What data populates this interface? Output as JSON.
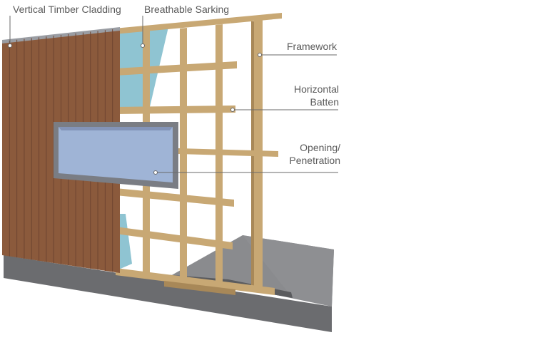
{
  "labels": {
    "vertical_timber_cladding": "Vertical Timber Cladding",
    "breathable_sarking": "Breathable Sarking",
    "framework": "Framework",
    "horizontal_batten_line1": "Horizontal",
    "horizontal_batten_line2": "Batten",
    "opening_line1": "Opening/",
    "opening_line2": "Penetration"
  },
  "colors": {
    "cladding": "#8b5a3c",
    "cladding_groove": "#6e4430",
    "timber": "#c8a874",
    "timber_dark": "#a88858",
    "sarking": "#8fc4d2",
    "glass": "#9fb4d6",
    "window_frame": "#7a7d84",
    "ground_top": "#8a8b8e",
    "ground_front": "#6b6c6f",
    "leader": "#6a6a6a"
  }
}
